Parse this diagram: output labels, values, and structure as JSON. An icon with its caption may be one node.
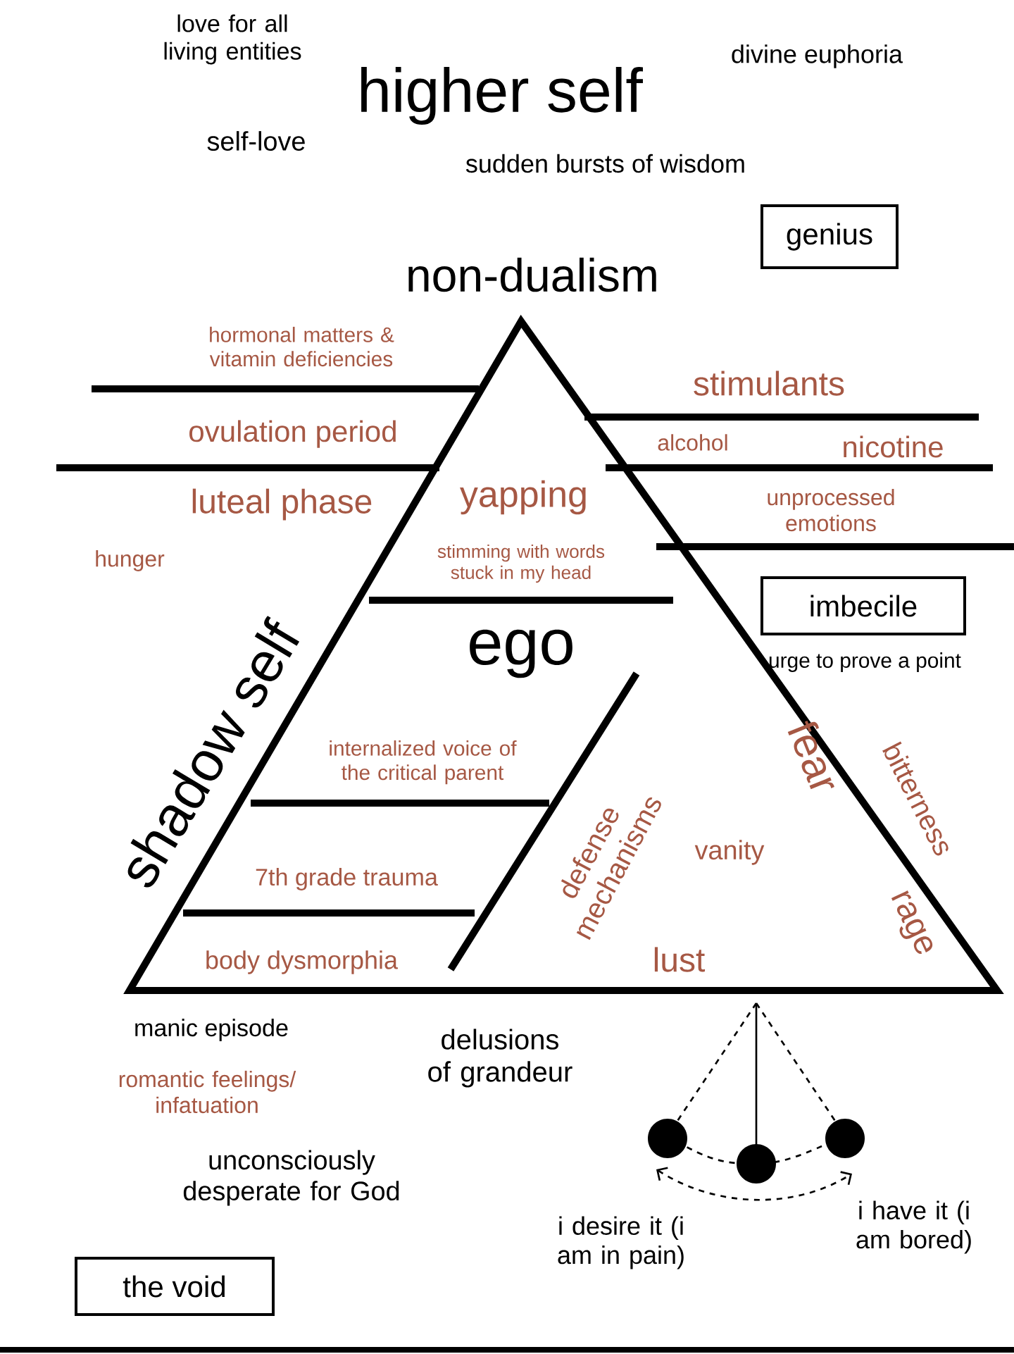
{
  "diagram": {
    "nodes": [
      {
        "text": [
          "genius"
        ]
      },
      {
        "text": [
          "imbecile"
        ]
      },
      {
        "text": [
          "the void"
        ]
      }
    ],
    "labels": [
      "love for all living entities",
      "divine euphoria",
      "higher self",
      "self-love",
      "sudden bursts of wisdom",
      "non-dualism",
      "hormonal matters & vitamin deficiencies",
      "stimulants",
      "ovulation period",
      "alcohol",
      "nicotine",
      "luteal phase",
      "yapping",
      "unprocessed emotions",
      "hunger",
      "stimming with words stuck in my head",
      "ego",
      "urge to prove a point",
      "shadow self",
      "internalized voice of the critical parent",
      "fear",
      "bitterness",
      "defense mechanisms",
      "vanity",
      "7th grade trauma",
      "rage",
      "body dysmorphia",
      "lust",
      "manic episode",
      "delusions of grandeur",
      "romantic feelings/ infatuation",
      "unconsciously desperate for God",
      "i desire it (i am in pain)",
      "i have it (i am bored)"
    ]
  }
}
